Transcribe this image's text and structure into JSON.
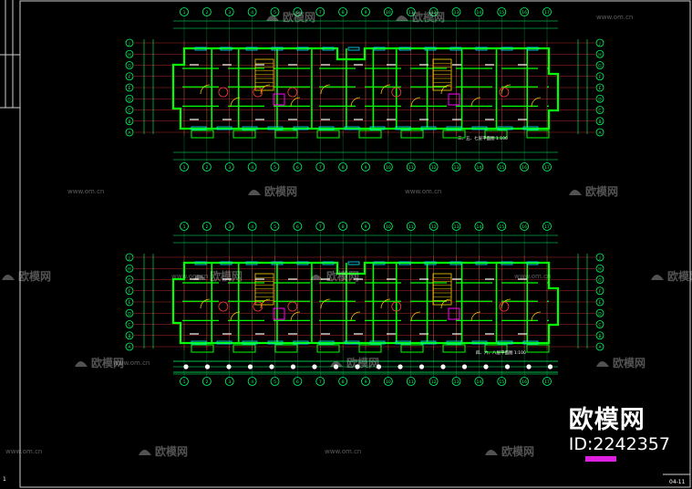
{
  "drawing": {
    "background": "#000000",
    "wall_color": "#00ff00",
    "axis_color": "#ff3b3b",
    "dim_color": "#00ff66",
    "window_color": "#00e5ff",
    "door_color": "#ffd200",
    "accent_color": "#ff00ff",
    "sheet_code": "04-11",
    "sheet_mark": "1"
  },
  "upper_plan": {
    "axis_labels_top": [
      "1",
      "2",
      "3",
      "4",
      "5",
      "6",
      "7",
      "8",
      "9",
      "10",
      "11",
      "12",
      "13",
      "14",
      "15",
      "16",
      "17"
    ],
    "axis_labels_side": [
      "J",
      "H",
      "G",
      "F",
      "E",
      "D",
      "C",
      "B",
      "A"
    ],
    "title": "三、五、七层平面图 1:100"
  },
  "lower_plan": {
    "axis_labels_top": [
      "1",
      "2",
      "3",
      "4",
      "5",
      "6",
      "7",
      "8",
      "9",
      "10",
      "11",
      "12",
      "13",
      "14",
      "15",
      "16",
      "17"
    ],
    "axis_labels_side": [
      "J",
      "H",
      "G",
      "F",
      "E",
      "D",
      "C",
      "B",
      "A"
    ],
    "title": "四、六、八层平面图 1:100"
  },
  "watermarks": {
    "site": "www.om.cn",
    "brand": "欧模网"
  },
  "brand": {
    "name": "欧模网",
    "id_text": "ID:2242357",
    "bar_color": "#e020e0"
  }
}
